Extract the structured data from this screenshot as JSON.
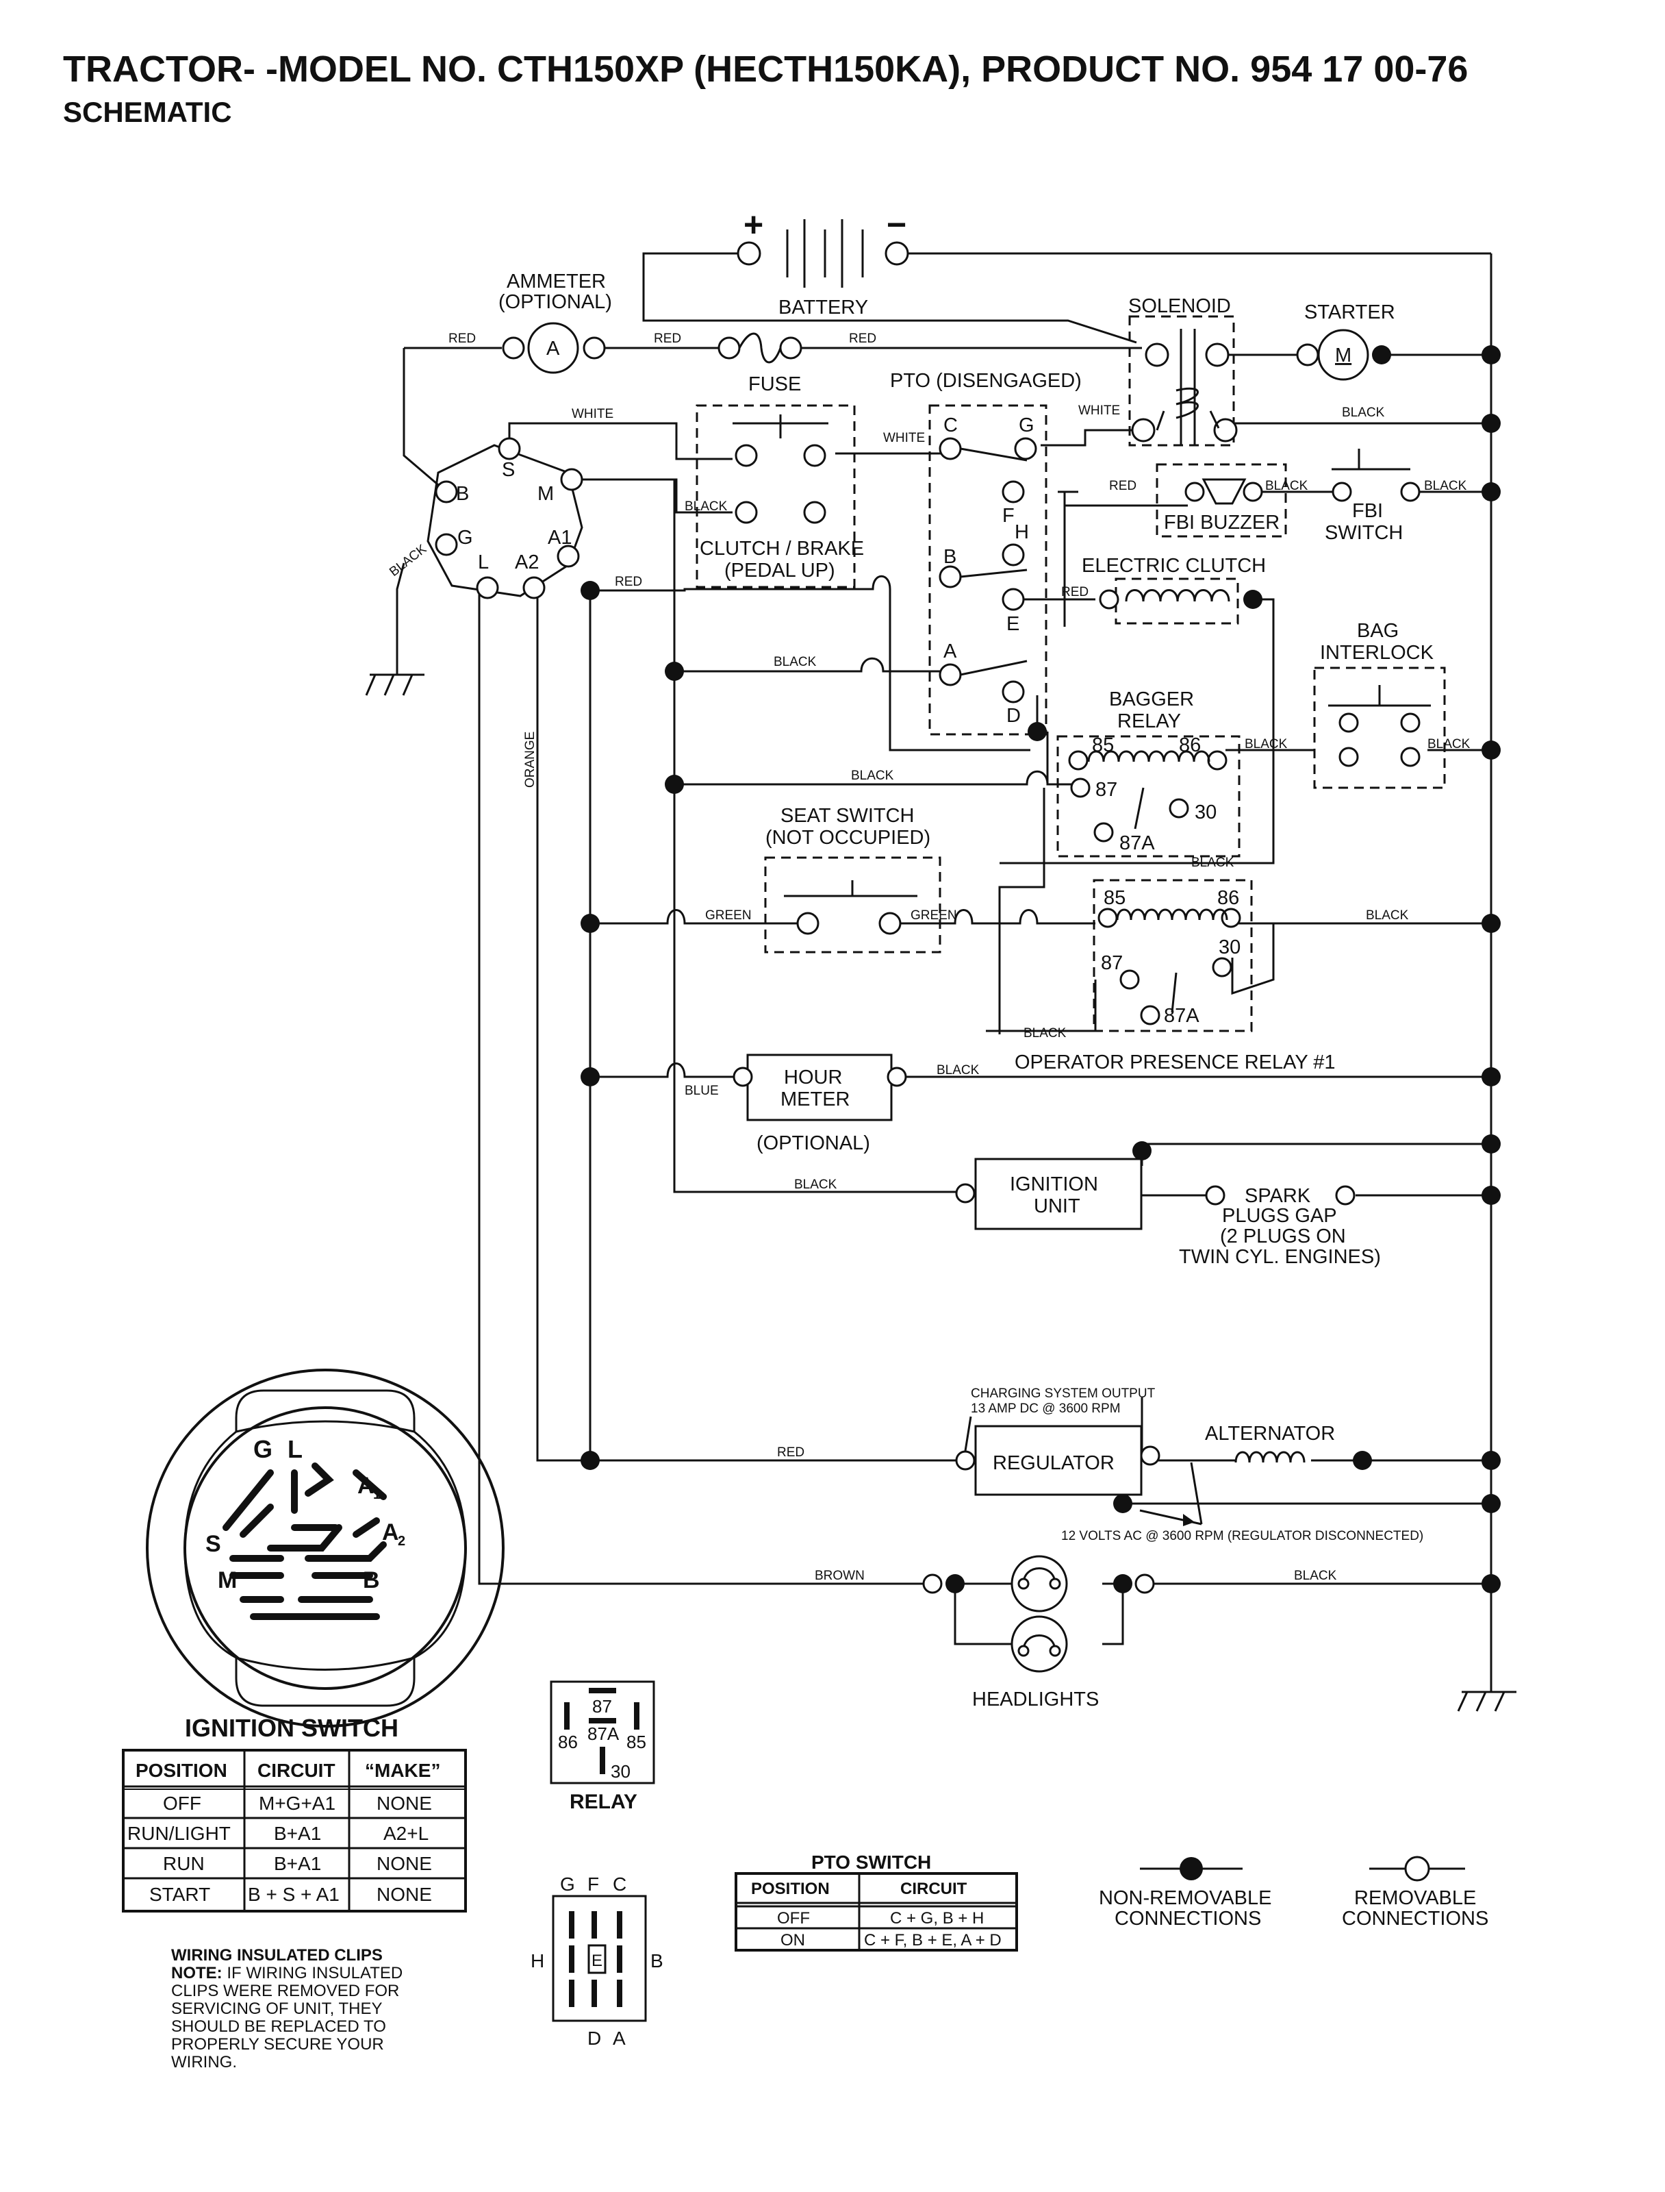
{
  "header": {
    "title": "TRACTOR- -MODEL NO. CTH150XP (HECTH150KA), PRODUCT NO. 954 17 00-76",
    "subtitle": "SCHEMATIC"
  },
  "components": {
    "ammeter": "AMMETER",
    "ammeter_opt": "(OPTIONAL)",
    "ammeter_symbol": "A",
    "battery": "BATTERY",
    "plus": "+",
    "minus": "−",
    "solenoid": "SOLENOID",
    "starter": "STARTER",
    "starter_symbol": "M",
    "fuse": "FUSE",
    "pto": "PTO (DISENGAGED)",
    "clutch_brake": "CLUTCH / BRAKE",
    "pedal_up": "(PEDAL UP)",
    "fbi_buzzer": "FBI BUZZER",
    "fbi": "FBI",
    "switch": "SWITCH",
    "electric_clutch": "ELECTRIC CLUTCH",
    "bag": "BAG",
    "interlock": "INTERLOCK",
    "bagger": "BAGGER",
    "relay": "RELAY",
    "seat_switch": "SEAT SWITCH",
    "not_occupied": "(NOT OCCUPIED)",
    "operator_relay": "OPERATOR PRESENCE RELAY #1",
    "hour": "HOUR",
    "meter": "METER",
    "optional": "(OPTIONAL)",
    "ignition": "IGNITION",
    "unit": "UNIT",
    "spark1": "SPARK",
    "spark2": "PLUGS GAP",
    "spark3": "(2 PLUGS ON",
    "spark4": "TWIN CYL. ENGINES)",
    "charging1": "CHARGING SYSTEM OUTPUT",
    "charging2": "13 AMP DC @ 3600 RPM",
    "alternator": "ALTERNATOR",
    "regulator": "REGULATOR",
    "volts": "12 VOLTS AC @ 3600 RPM (REGULATOR DISCONNECTED)",
    "headlights": "HEADLIGHTS"
  },
  "pins": {
    "S": "S",
    "B": "B",
    "M": "M",
    "G": "G",
    "A1": "A1",
    "L": "L",
    "A2": "A2",
    "C": "C",
    "Gp": "G",
    "F": "F",
    "H": "H",
    "Bp": "B",
    "E": "E",
    "A": "A",
    "D": "D",
    "r85": "85",
    "r86": "86",
    "r87": "87",
    "r30": "30",
    "r87a": "87A"
  },
  "wires": {
    "red": "RED",
    "white": "WHITE",
    "black": "BLACK",
    "orange": "ORANGE",
    "green": "GREEN",
    "blue": "BLUE",
    "brown": "BROWN"
  },
  "ignition_switch": {
    "title": "IGNITION SWITCH",
    "face_labels": {
      "G": "G",
      "L": "L",
      "A1": "A",
      "A1s": "1",
      "A2": "A",
      "A2s": "2",
      "S": "S",
      "M": "M",
      "B": "B"
    },
    "headers": [
      "POSITION",
      "CIRCUIT",
      "“MAKE”"
    ],
    "rows": [
      [
        "OFF",
        "M+G+A1",
        "NONE"
      ],
      [
        "RUN/LIGHT",
        "B+A1",
        "A2+L"
      ],
      [
        "RUN",
        "B+A1",
        "NONE"
      ],
      [
        "START",
        "B + S + A1",
        "NONE"
      ]
    ]
  },
  "relay_diagram": {
    "label": "RELAY",
    "p87": "87",
    "p87a": "87A",
    "p86": "86",
    "p85": "85",
    "p30": "30"
  },
  "pto_diagram": {
    "G": "G",
    "F": "F",
    "C": "C",
    "H": "H",
    "E": "E",
    "B": "B",
    "D": "D",
    "A": "A"
  },
  "pto_switch": {
    "title": "PTO SWITCH",
    "headers": [
      "POSITION",
      "CIRCUIT"
    ],
    "rows": [
      [
        "OFF",
        "C + G, B + H"
      ],
      [
        "ON",
        "C + F, B + E, A + D"
      ]
    ]
  },
  "legend": {
    "non_removable1": "NON-REMOVABLE",
    "non_removable2": "CONNECTIONS",
    "removable1": "REMOVABLE",
    "removable2": "CONNECTIONS"
  },
  "notes": {
    "heading": "WIRING INSULATED CLIPS",
    "note_label": "NOTE:",
    "lines": [
      " IF WIRING INSULATED",
      "CLIPS WERE REMOVED FOR",
      "SERVICING OF UNIT, THEY",
      "SHOULD BE REPLACED TO",
      "PROPERLY SECURE YOUR",
      " WIRING."
    ]
  }
}
